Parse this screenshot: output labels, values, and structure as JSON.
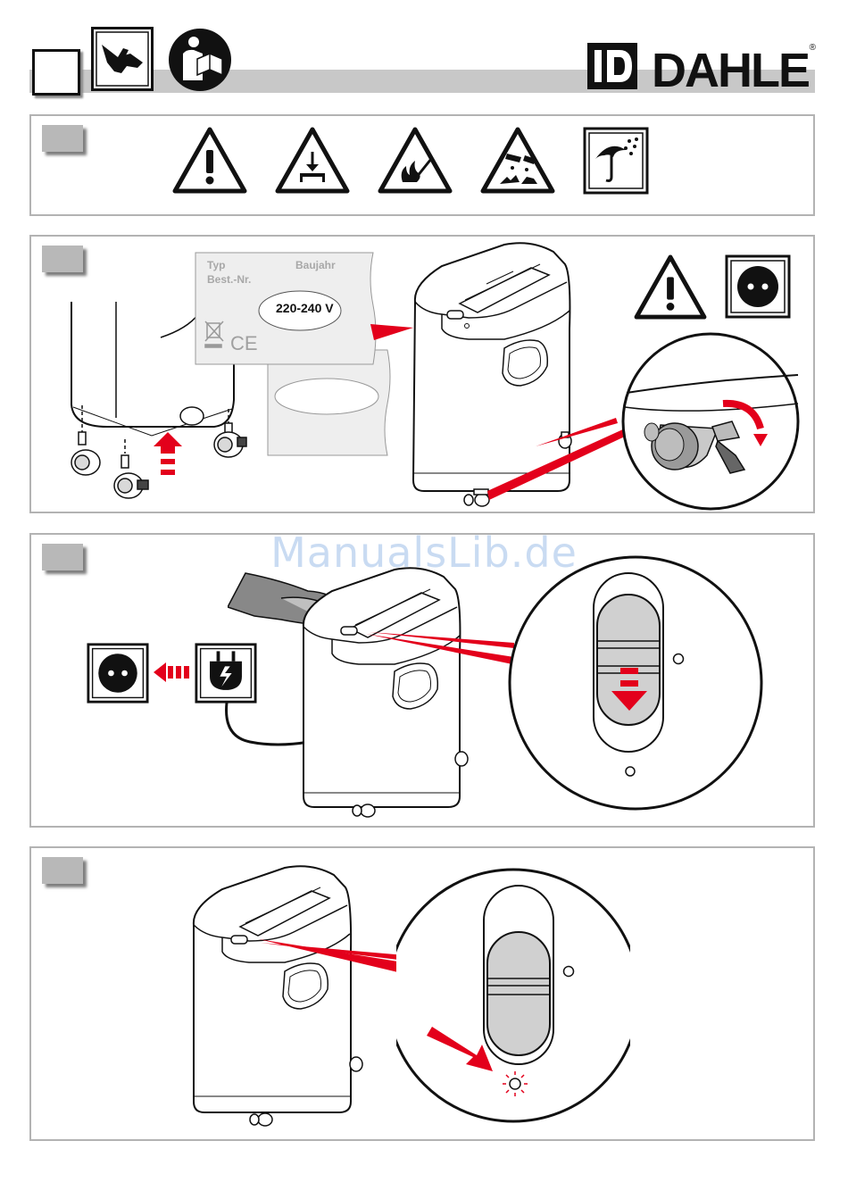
{
  "header": {
    "brand": "DAHLE",
    "registered_mark": "®",
    "icons": [
      "gloves-icon",
      "read-manual-icon"
    ]
  },
  "warning_panel": {
    "icons": [
      "general-warning-icon",
      "heavy-load-icon",
      "flammable-icon",
      "corrosive-icon",
      "keep-dry-icon"
    ]
  },
  "label": {
    "typ": "Typ",
    "baujahr": "Baujahr",
    "best_nr": "Best.-Nr.",
    "voltage": "220-240 V",
    "ce": "CE"
  },
  "watermark": "ManualsLib.de",
  "colors": {
    "accent_red": "#e3001b",
    "panel_border": "#b3b3b3",
    "step_box": "#b8b8b8",
    "header_bar": "#c8c8c8"
  }
}
